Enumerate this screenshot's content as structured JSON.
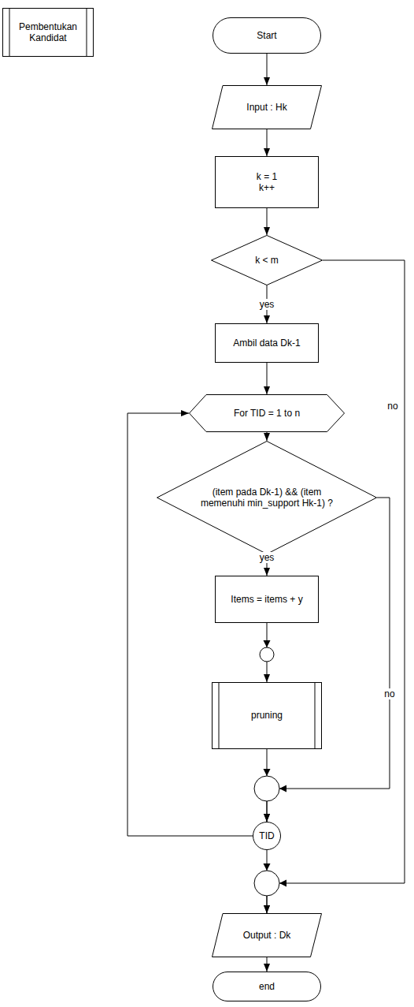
{
  "diagram": {
    "nodes": [
      {
        "text": [
          "Pembentukan Kandidat"
        ]
      },
      {
        "text": [
          "Start"
        ]
      },
      {
        "text": [
          "Input : Hk"
        ]
      },
      {
        "text": [
          "k = 1 k++"
        ]
      },
      {
        "text": [
          "k < m"
        ]
      },
      {
        "text": [
          "Ambil data Dk-1"
        ]
      },
      {
        "text": [
          "For TID = 1 to n"
        ]
      },
      {
        "text": [
          "(item pada Dk-1) && (item memenuhi min_support Hk-1) ?"
        ]
      },
      {
        "text": [
          "Items = items + y"
        ]
      },
      {
        "text": [
          "pruning"
        ]
      },
      {
        "text": [
          "TID"
        ]
      },
      {
        "text": [
          "Output : Dk"
        ]
      },
      {
        "text": [
          "end"
        ]
      }
    ],
    "edges": [
      {
        "from": 1,
        "to": 2,
        "arrow": "to"
      },
      {
        "from": 2,
        "to": 3,
        "arrow": "to"
      },
      {
        "from": 3,
        "to": 4,
        "arrow": "to"
      },
      {
        "from": 4,
        "to": 5,
        "label": "yes",
        "arrow": "to"
      },
      {
        "from": 5,
        "to": 6,
        "arrow": "to"
      },
      {
        "from": 6,
        "to": 7,
        "arrow": "to"
      },
      {
        "from": 7,
        "to": 8,
        "label": "yes",
        "arrow": "to"
      },
      {
        "from": 8,
        "to": 9,
        "arrow": "to"
      },
      {
        "from": 9,
        "to": 10,
        "arrow": "to"
      },
      {
        "from": 7,
        "to": 10,
        "label": "no",
        "arrow": "to"
      },
      {
        "from": 10,
        "to": 6,
        "arrow": "to"
      },
      {
        "from": 10,
        "to": 11,
        "arrow": "to"
      },
      {
        "from": 4,
        "to": 11,
        "label": "no",
        "arrow": "to"
      },
      {
        "from": 11,
        "to": 12,
        "arrow": "to"
      }
    ]
  }
}
